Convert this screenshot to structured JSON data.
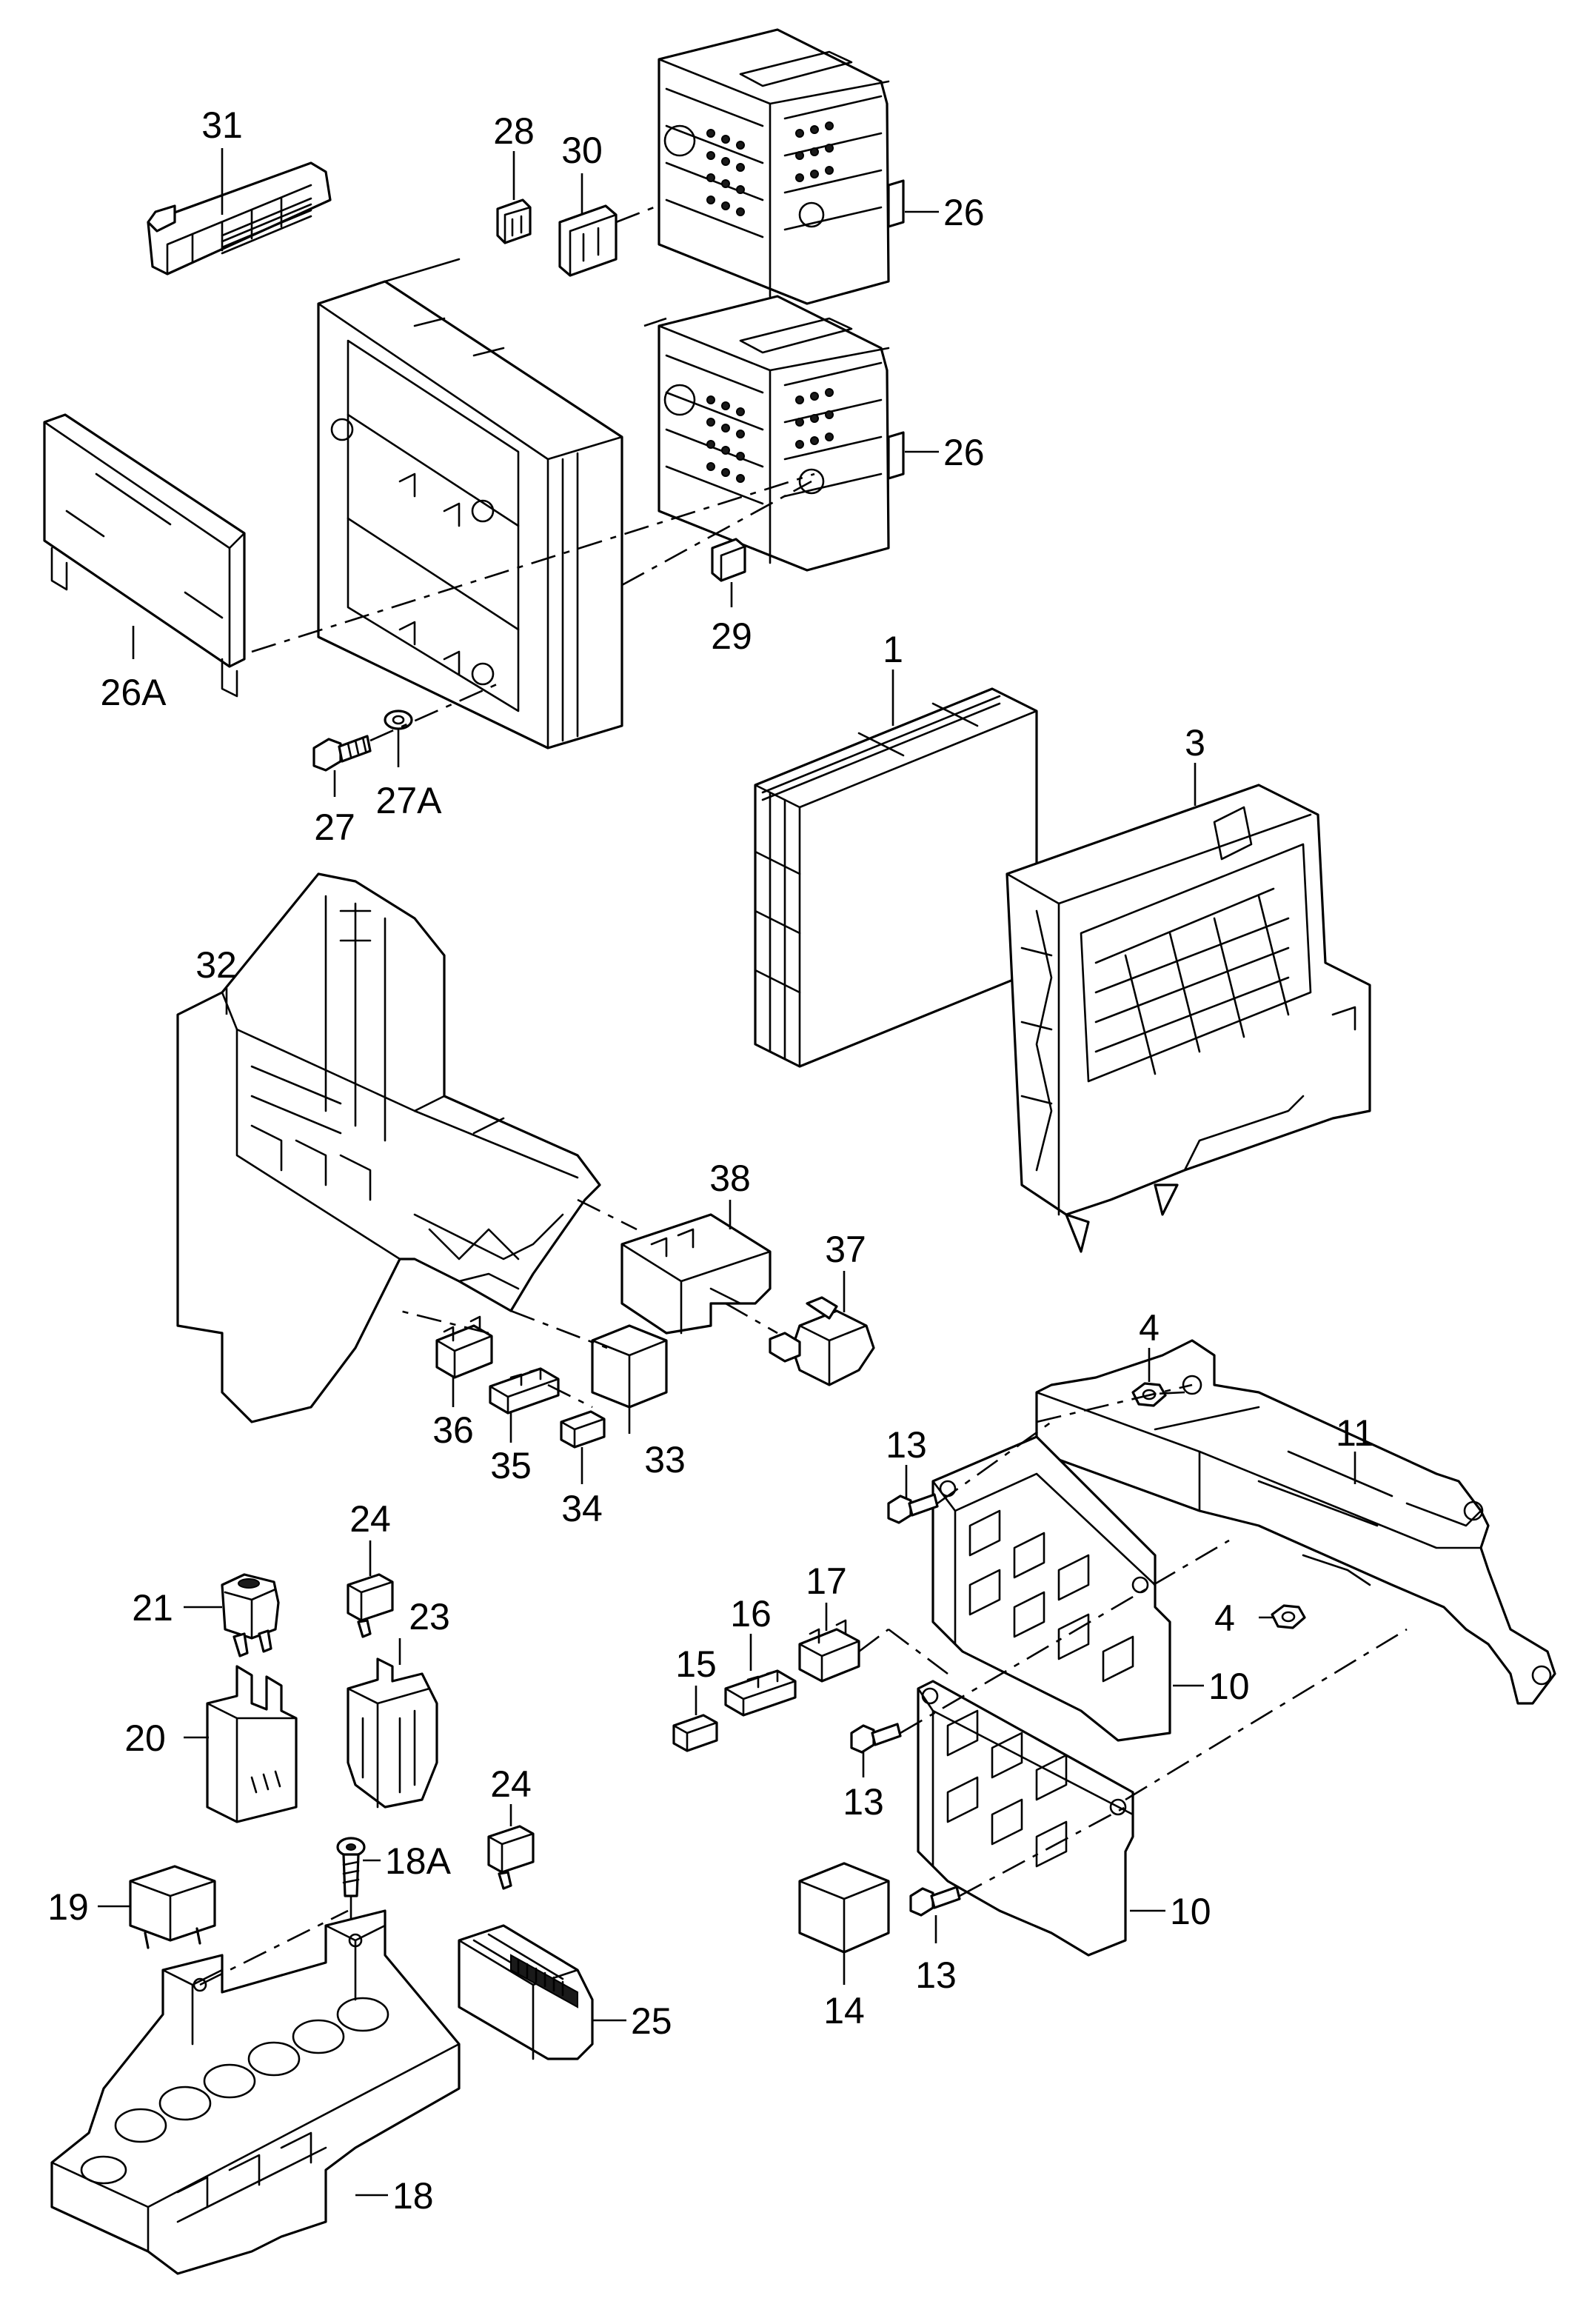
{
  "callouts": {
    "c1": "1",
    "c3": "3",
    "c4a": "4",
    "c4b": "4",
    "c10a": "10",
    "c10b": "10",
    "c11": "11",
    "c13a": "13",
    "c13b": "13",
    "c13c": "13",
    "c14": "14",
    "c15": "15",
    "c16": "16",
    "c17": "17",
    "c18": "18",
    "c18A": "18A",
    "c19": "19",
    "c20": "20",
    "c21": "21",
    "c23": "23",
    "c24a": "24",
    "c24b": "24",
    "c25": "25",
    "c26a": "26",
    "c26b": "26",
    "c26A": "26A",
    "c27": "27",
    "c27A": "27A",
    "c28": "28",
    "c29": "29",
    "c30": "30",
    "c31": "31",
    "c32": "32",
    "c33": "33",
    "c34": "34",
    "c35": "35",
    "c36": "36",
    "c37": "37",
    "c38": "38"
  }
}
